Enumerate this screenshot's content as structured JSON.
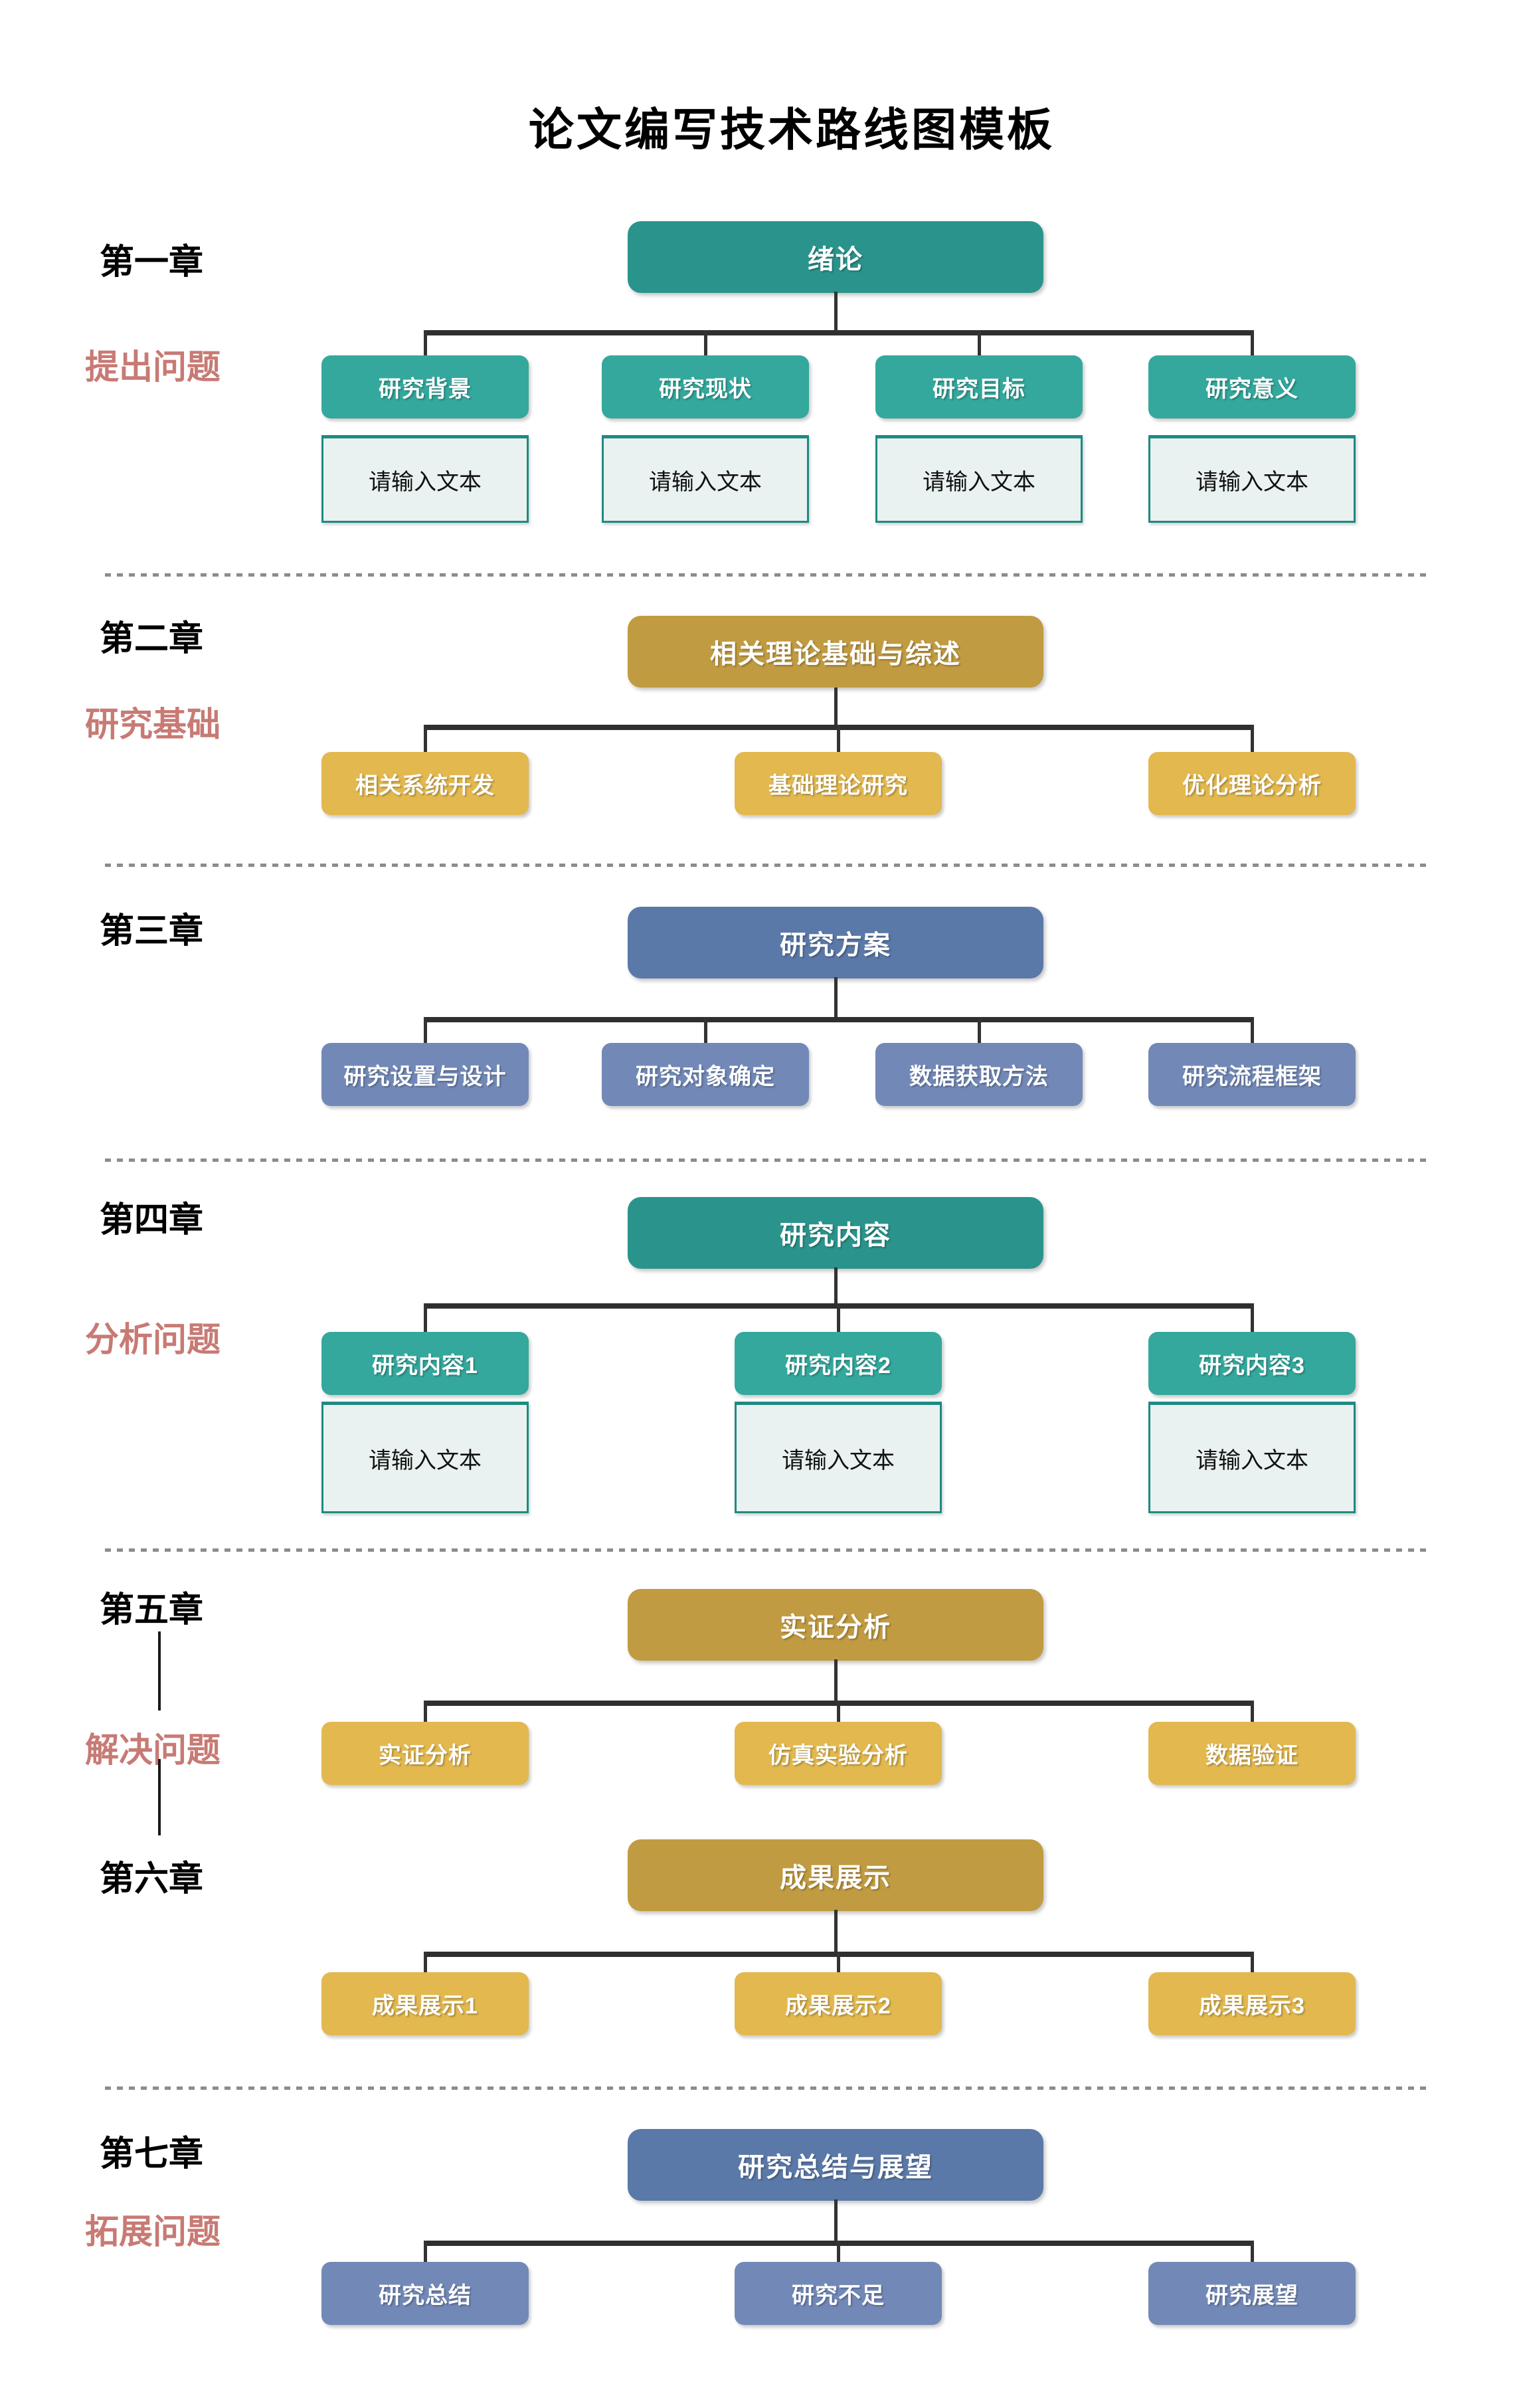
{
  "title": "论文编写技术路线图模板",
  "colors": {
    "teal_main": "#2A948C",
    "teal_child": "#34A89D",
    "gold_main": "#C19B41",
    "gold_child": "#E2B84F",
    "blue_main": "#5B79A8",
    "blue_child": "#7289B8",
    "side_label": "#C87A74",
    "placeholder_fill": "#E9F2F0",
    "placeholder_border": "#1F8A82",
    "connector": "#333333",
    "divider_dots": "#8C8C8C"
  },
  "sections": [
    {
      "chapter": "第一章",
      "side_label": "提出问题",
      "main": "绪论",
      "theme": "teal",
      "children": [
        "研究背景",
        "研究现状",
        "研究目标",
        "研究意义"
      ],
      "placeholders": [
        "请输入文本",
        "请输入文本",
        "请输入文本",
        "请输入文本"
      ]
    },
    {
      "chapter": "第二章",
      "side_label": "研究基础",
      "main": "相关理论基础与综述",
      "theme": "gold",
      "children": [
        "相关系统开发",
        "基础理论研究",
        "优化理论分析"
      ]
    },
    {
      "chapter": "第三章",
      "side_label": "",
      "main": "研究方案",
      "theme": "blue",
      "children": [
        "研究设置与设计",
        "研究对象确定",
        "数据获取方法",
        "研究流程框架"
      ]
    },
    {
      "chapter": "第四章",
      "side_label": "分析问题",
      "main": "研究内容",
      "theme": "teal",
      "children": [
        "研究内容1",
        "研究内容2",
        "研究内容3"
      ],
      "placeholders": [
        "请输入文本",
        "请输入文本",
        "请输入文本"
      ]
    },
    {
      "chapter": "第五章",
      "side_label": "解决问题",
      "main": "实证分析",
      "theme": "gold",
      "children": [
        "实证分析",
        "仿真实验分析",
        "数据验证"
      ]
    },
    {
      "chapter": "第六章",
      "side_label": "",
      "main": "成果展示",
      "theme": "gold",
      "children": [
        "成果展示1",
        "成果展示2",
        "成果展示3"
      ]
    },
    {
      "chapter": "第七章",
      "side_label": "拓展问题",
      "main": "研究总结与展望",
      "theme": "blue",
      "children": [
        "研究总结",
        "研究不足",
        "研究展望"
      ]
    }
  ]
}
